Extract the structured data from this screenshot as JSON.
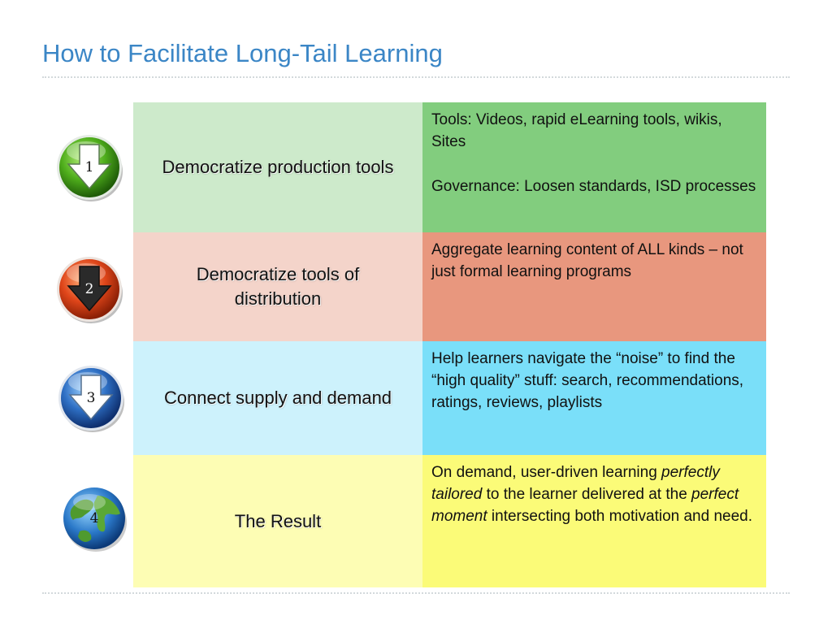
{
  "slide": {
    "title": "How to Facilitate Long-Tail Learning"
  },
  "colors": {
    "title": "#3b86c6",
    "row1_left": "#cdeacb",
    "row1_right": "#82cd7e",
    "row2_left": "#f4d4ca",
    "row2_right": "#e8977e",
    "row3_left": "#cdf2fc",
    "row3_right": "#7adff9",
    "row4_left": "#fdfdb4",
    "row4_right": "#fbfb78"
  },
  "rows": [
    {
      "icon": "green-down-arrow-icon",
      "number": "1",
      "label": "Democratize production tools",
      "detail_1": "Tools: Videos, rapid eLearning tools, wikis, Sites",
      "detail_2": "Governance: Loosen standards, ISD processes"
    },
    {
      "icon": "red-down-arrow-icon",
      "number": "2",
      "label": "Democratize tools of distribution",
      "detail_1": "Aggregate learning content of ALL kinds – not just formal learning programs"
    },
    {
      "icon": "blue-down-arrow-icon",
      "number": "3",
      "label": "Connect supply and demand",
      "detail_1": "Help learners navigate the “noise” to find the “high quality” stuff: search, recommendations, ratings, reviews, playlists"
    },
    {
      "icon": "globe-icon",
      "number": "4",
      "label": "The Result",
      "detail_a": "On demand, user-driven learning ",
      "detail_b": "perfectly tailored",
      "detail_c": " to the learner delivered at the ",
      "detail_d": "perfect moment",
      "detail_e": " intersecting both motivation and need."
    }
  ]
}
